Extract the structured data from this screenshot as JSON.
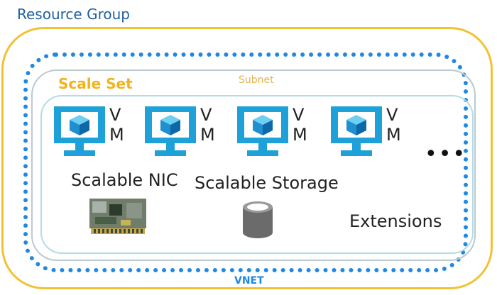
{
  "resource_group": {
    "title": "Resource Group"
  },
  "vnet": {
    "label": "VNET"
  },
  "subnet": {
    "label": "Subnet"
  },
  "scale_set": {
    "label": "Scale Set"
  },
  "vms": [
    {
      "top": "V",
      "bottom": "M"
    },
    {
      "top": "V",
      "bottom": "M"
    },
    {
      "top": "V",
      "bottom": "M"
    },
    {
      "top": "V",
      "bottom": "M"
    }
  ],
  "features": {
    "nic": "Scalable NIC",
    "storage": "Scalable Storage",
    "extensions": "Extensions",
    "more": "•••"
  },
  "colors": {
    "resource_group_border": "#f1c232",
    "vnet_dots": "#1e88e5",
    "monitor": "#1ea0d8",
    "scale_set_label": "#f1b31c"
  }
}
